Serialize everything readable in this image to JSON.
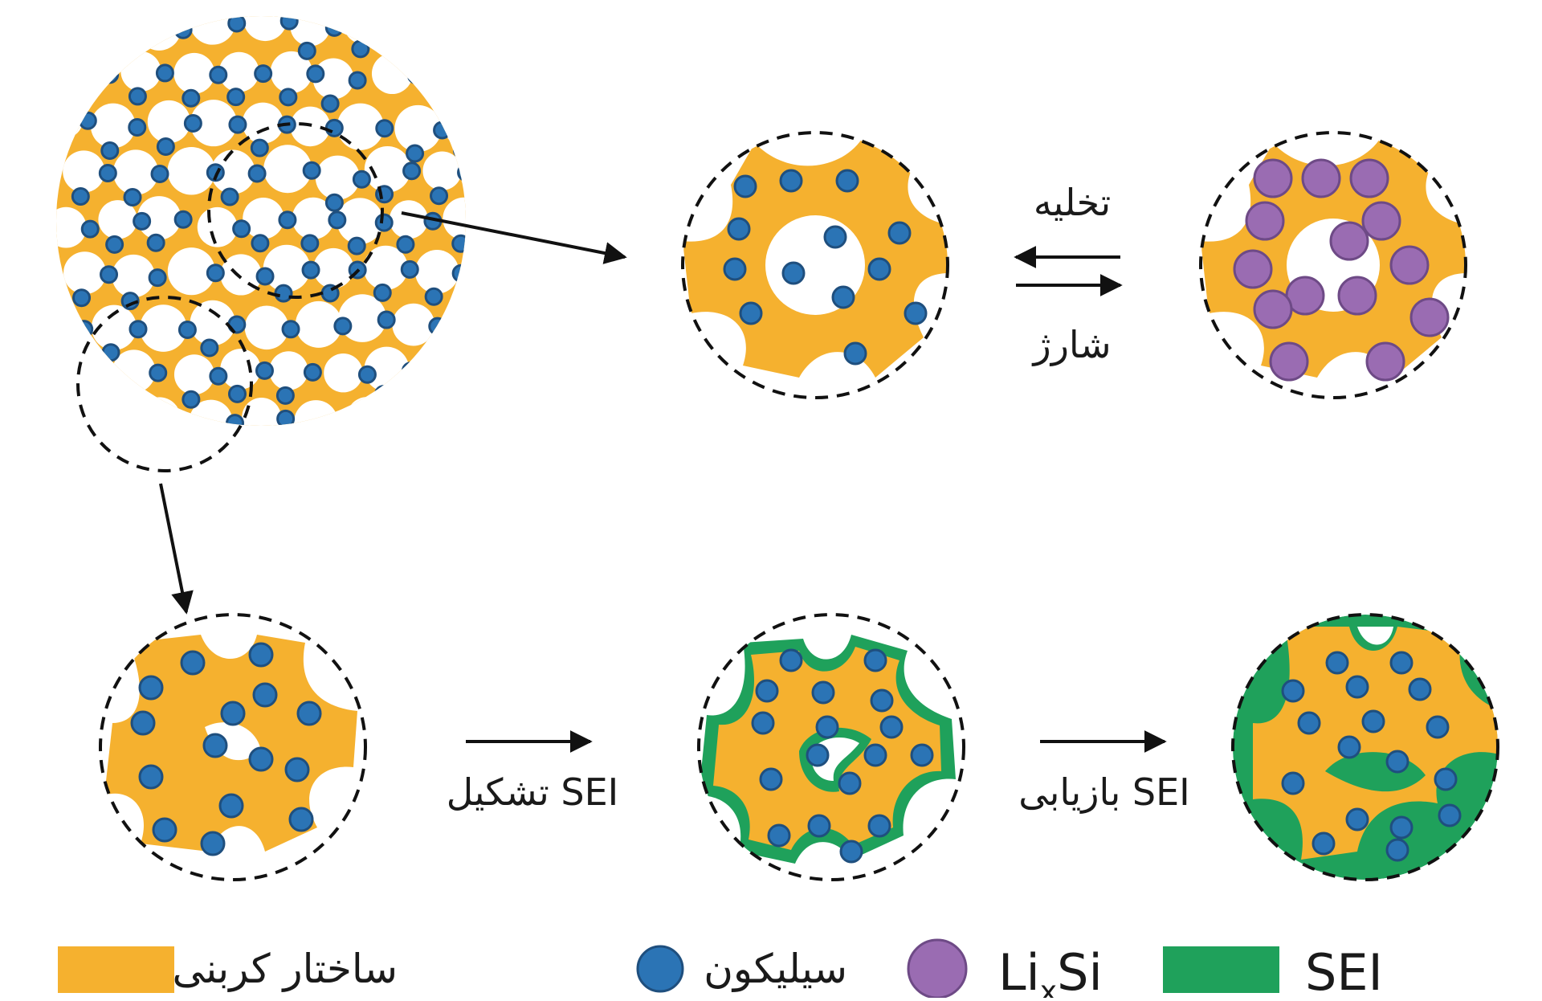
{
  "colors": {
    "carbon": "#F5B12F",
    "silicon": "#2B74B5",
    "silicon_stroke": "#1F4F7E",
    "lixsi": "#9A6CB2",
    "lixsi_stroke": "#6E4A86",
    "sei": "#1FA15B",
    "ink": "#111111",
    "background": "#FFFFFF"
  },
  "labels": {
    "discharge": "تخلیه",
    "charge": "شارژ",
    "sei_formation": "تشکیل SEI",
    "sei_recovery": "بازیابی SEI"
  },
  "legend": {
    "carbon": "ساختار کربنی",
    "silicon": "سیلیکون",
    "lixsi_base": "Li",
    "lixsi_sub": "x",
    "lixsi_tail": "Si",
    "sei": "SEI"
  },
  "icons": {
    "arrow": "arrow-icon",
    "equilibrium": "double-arrow-icon"
  }
}
